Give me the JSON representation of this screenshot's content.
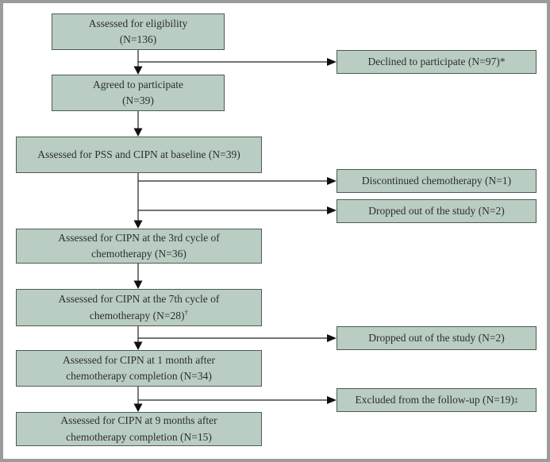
{
  "figure": {
    "type": "participant-flow-diagram",
    "colors": {
      "box_fill": "#b9cdc3",
      "box_border": "#4e5a54",
      "text": "#2e2e2c",
      "line": "#222222",
      "frame": "#9b9b9b"
    }
  },
  "boxes": {
    "eligibility": {
      "l1": "Assessed for eligibility",
      "l2": "(N=136)"
    },
    "agreed": {
      "l1": "Agreed to participate",
      "l2": "(N=39)"
    },
    "baseline": {
      "l1": "Assessed for PSS and CIPN at baseline (N=39)"
    },
    "cycle3": {
      "l1": "Assessed for CIPN at the 3rd cycle of",
      "l2": "chemotherapy (N=36)"
    },
    "cycle7": {
      "l1": "Assessed for CIPN at the 7th cycle of",
      "l2": "chemotherapy (N=28)",
      "sup": "†"
    },
    "month1": {
      "l1": "Assessed for CIPN at 1 month after",
      "l2": "chemotherapy completion (N=34)"
    },
    "month9": {
      "l1": "Assessed for CIPN at 9 months after",
      "l2": "chemotherapy completion (N=15)"
    },
    "declined": {
      "l1": "Declined to participate (N=97)*"
    },
    "discontinued": {
      "l1": "Discontinued chemotherapy (N=1)"
    },
    "dropped_mid": {
      "l1": "Dropped out of the study (N=2)"
    },
    "dropped_late": {
      "l1": "Dropped out of the study (N=2)"
    },
    "excluded": {
      "l1": "Excluded from the follow-up (N=19)",
      "sup": "‡"
    }
  }
}
